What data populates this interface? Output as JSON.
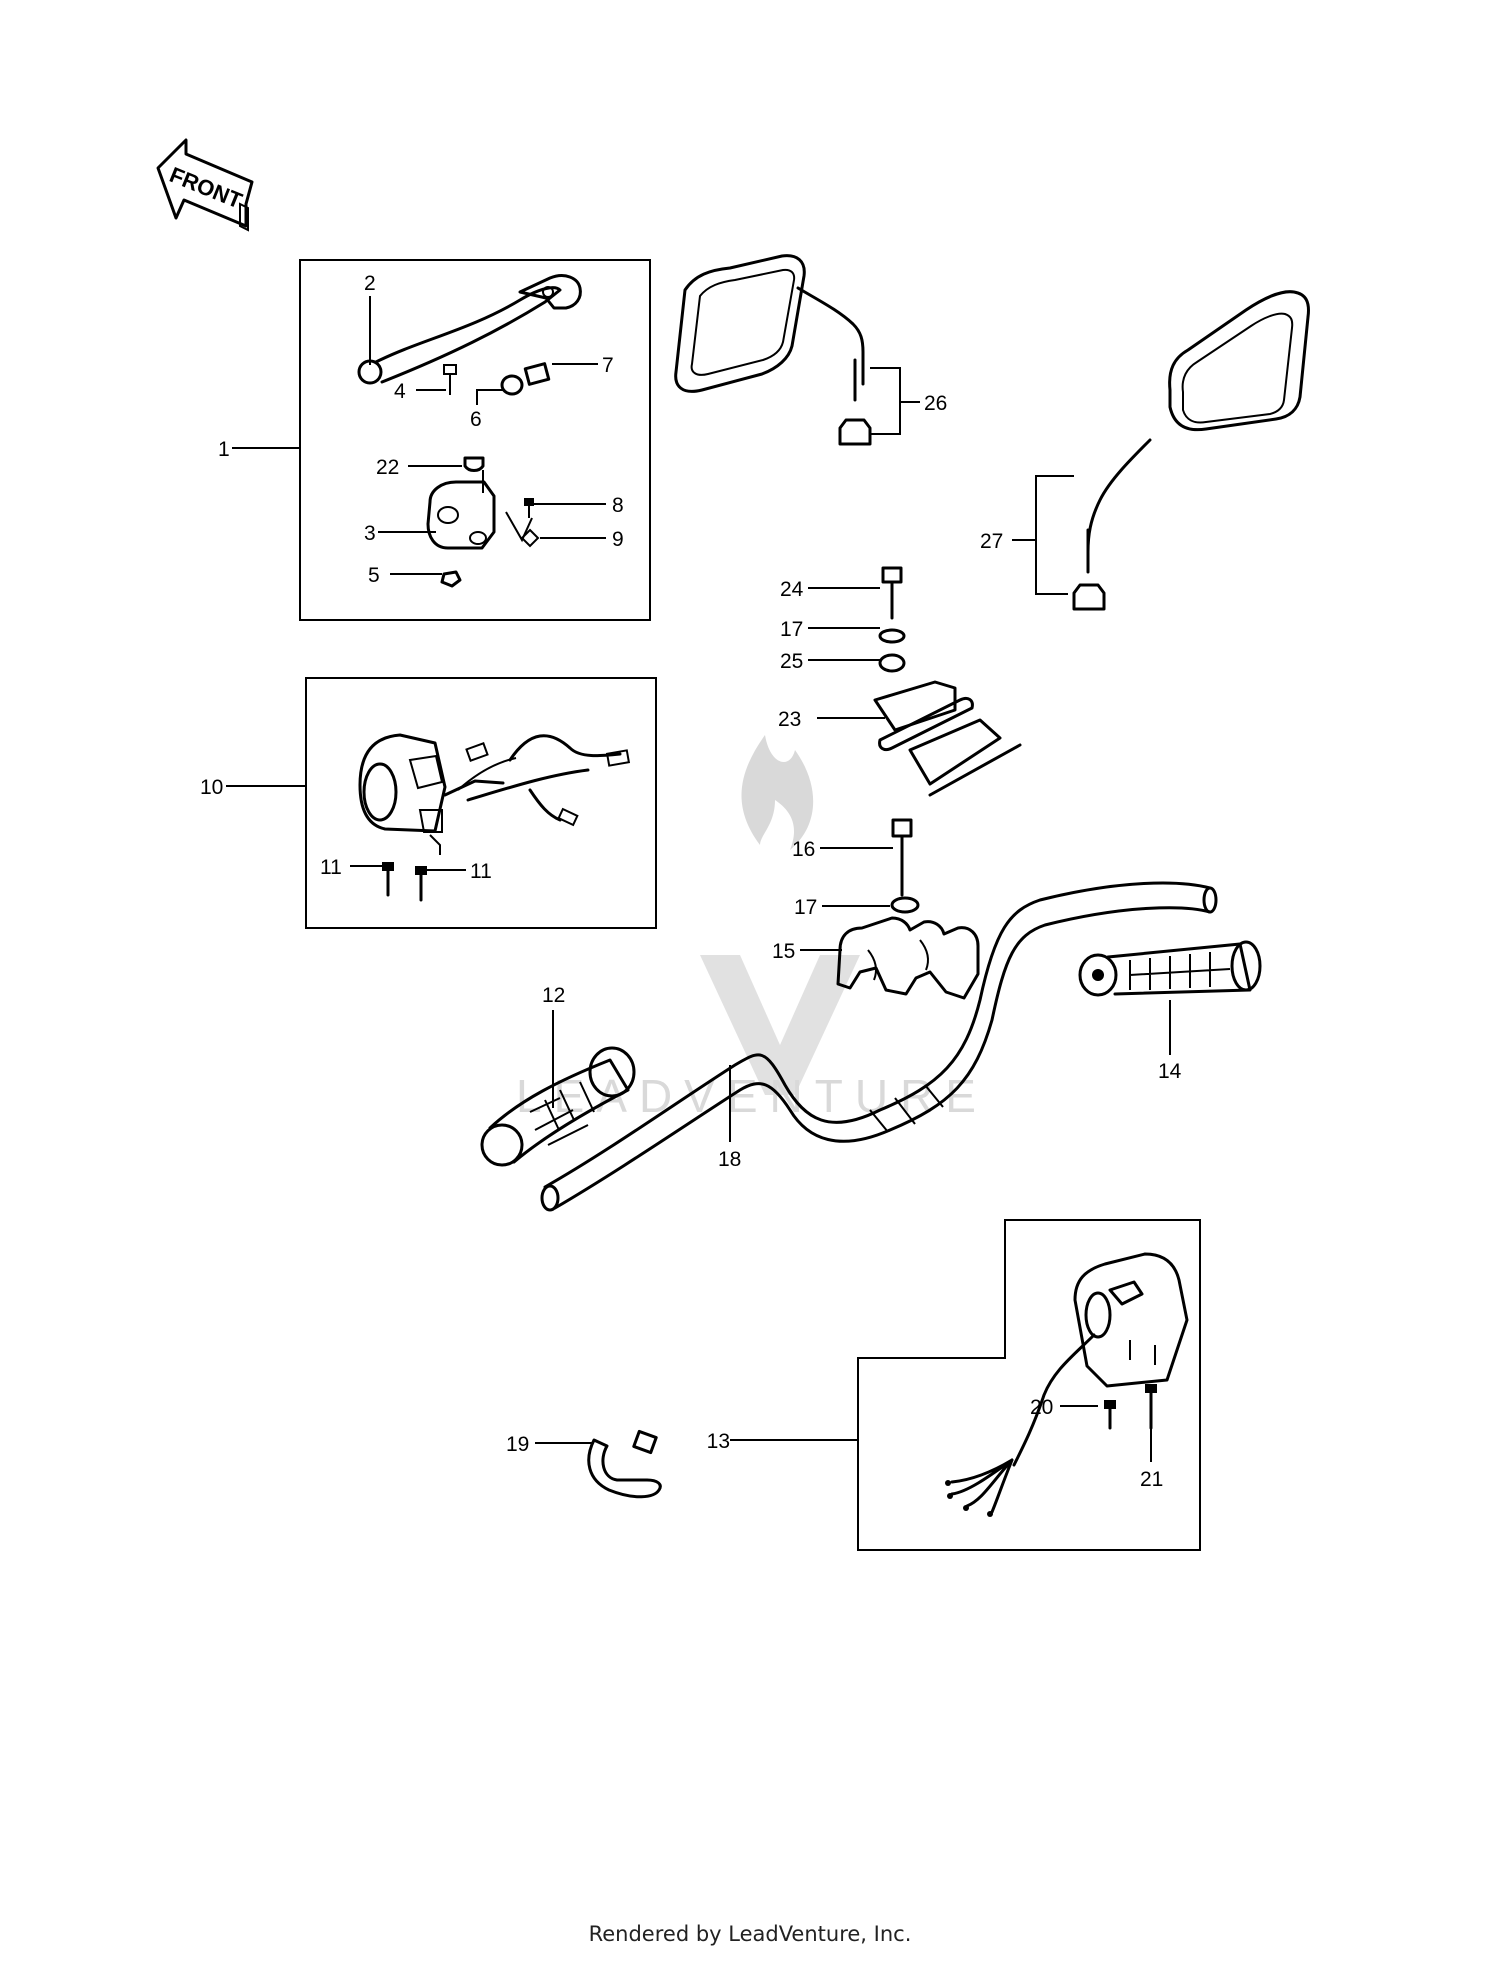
{
  "front_arrow": {
    "label": "FRONT"
  },
  "watermark": {
    "text": "LEADVENTURE"
  },
  "callouts": [
    {
      "id": "c1",
      "text": "1"
    },
    {
      "id": "c2",
      "text": "2"
    },
    {
      "id": "c3",
      "text": "3"
    },
    {
      "id": "c4",
      "text": "4"
    },
    {
      "id": "c5",
      "text": "5"
    },
    {
      "id": "c6",
      "text": "6"
    },
    {
      "id": "c7",
      "text": "7"
    },
    {
      "id": "c8",
      "text": "8"
    },
    {
      "id": "c9",
      "text": "9"
    },
    {
      "id": "c10",
      "text": "10"
    },
    {
      "id": "c11a",
      "text": "11"
    },
    {
      "id": "c11b",
      "text": "11"
    },
    {
      "id": "c12",
      "text": "12"
    },
    {
      "id": "c13",
      "text": "13"
    },
    {
      "id": "c14",
      "text": "14"
    },
    {
      "id": "c15",
      "text": "15"
    },
    {
      "id": "c16",
      "text": "16"
    },
    {
      "id": "c17a",
      "text": "17"
    },
    {
      "id": "c17b",
      "text": "17"
    },
    {
      "id": "c18",
      "text": "18"
    },
    {
      "id": "c19",
      "text": "19"
    },
    {
      "id": "c20",
      "text": "20"
    },
    {
      "id": "c21",
      "text": "21"
    },
    {
      "id": "c22",
      "text": "22"
    },
    {
      "id": "c23",
      "text": "23"
    },
    {
      "id": "c24",
      "text": "24"
    },
    {
      "id": "c25",
      "text": "25"
    },
    {
      "id": "c26",
      "text": "26"
    },
    {
      "id": "c27",
      "text": "27"
    }
  ],
  "footer": {
    "text": "Rendered by LeadVenture, Inc."
  }
}
